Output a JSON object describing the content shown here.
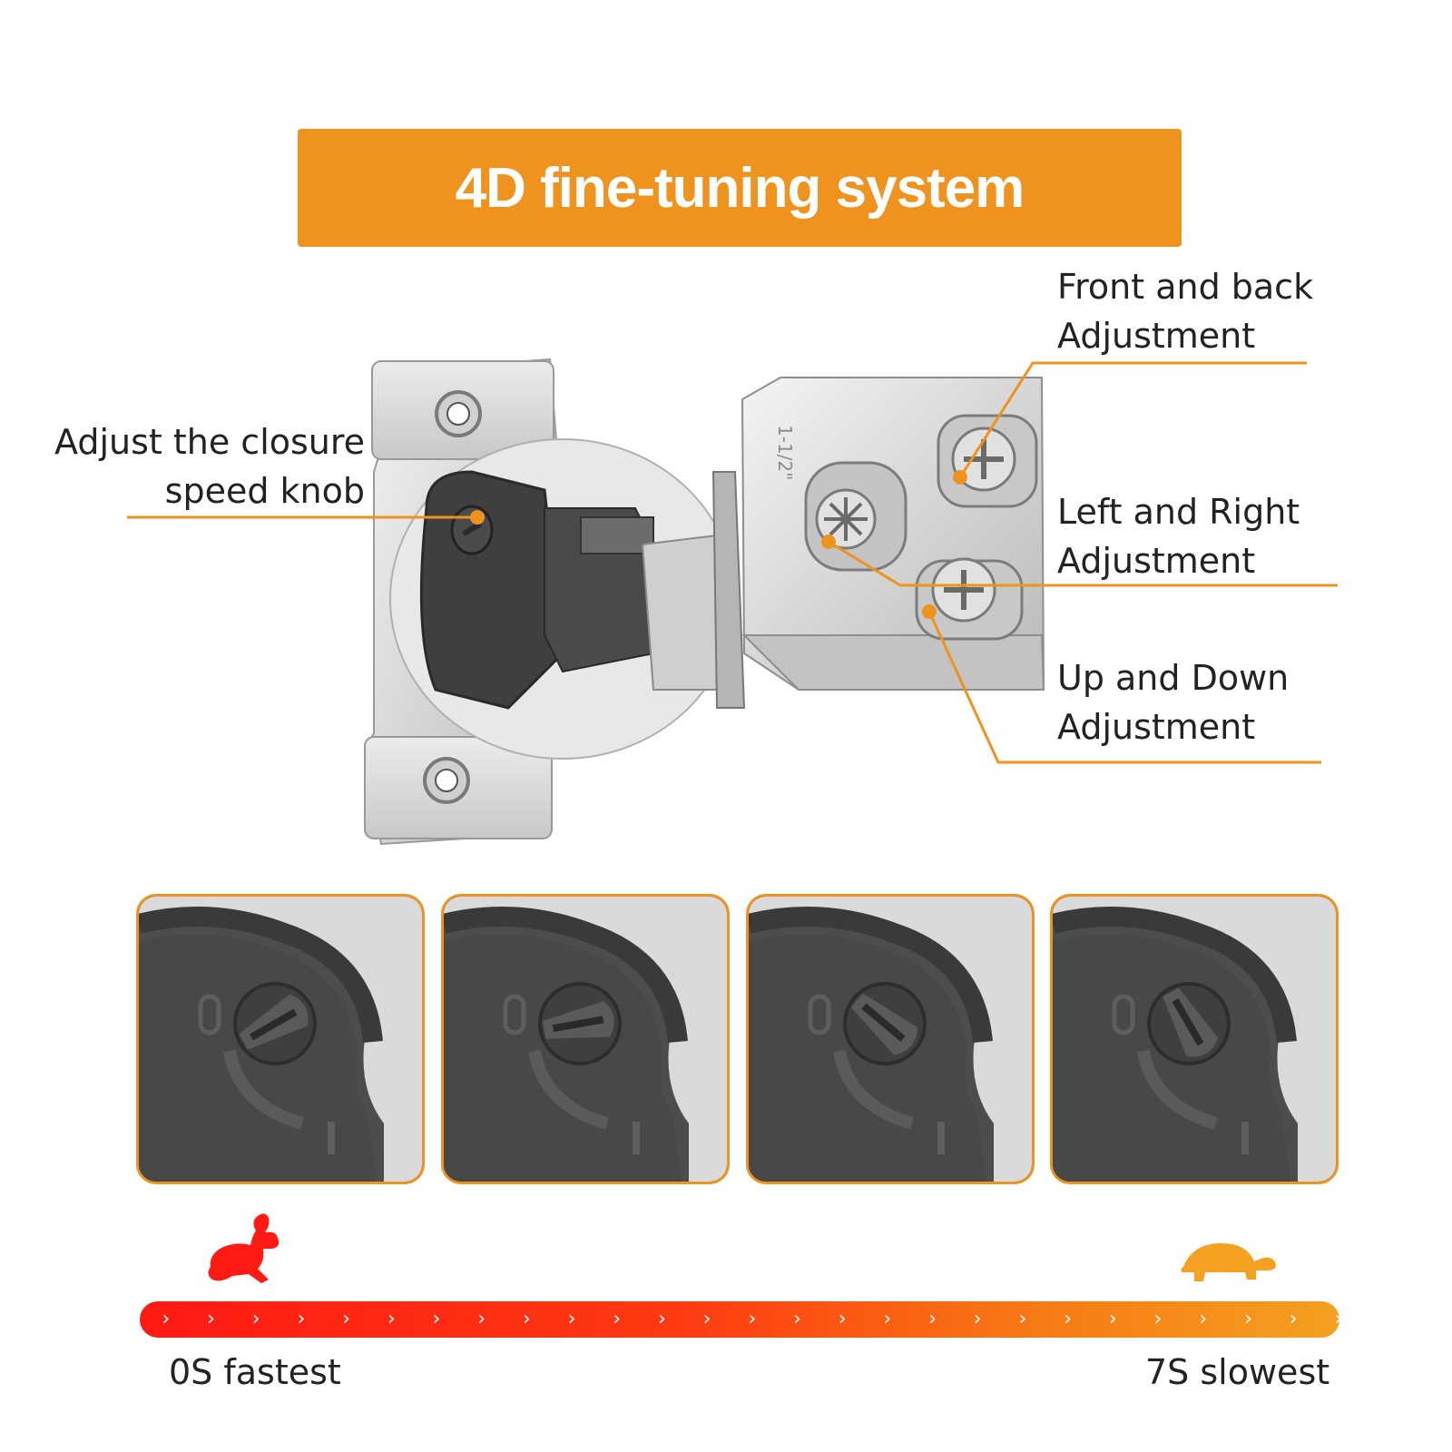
{
  "banner": {
    "title": "4D fine-tuning system"
  },
  "callouts": {
    "front_back": {
      "line1": "Front and back",
      "line2": "Adjustment"
    },
    "left_right": {
      "line1": "Left and Right",
      "line2": "Adjustment"
    },
    "up_down": {
      "line1": "Up and Down",
      "line2": "Adjustment"
    },
    "closure_knob": {
      "line1": "Adjust the closure",
      "line2": "speed knob"
    }
  },
  "knob_panels": {
    "count": 4,
    "angles_deg": [
      -30,
      -10,
      40,
      60
    ]
  },
  "speed_scale": {
    "fast_label": "0S fastest",
    "slow_label": "7S slowest",
    "chevrons": "› › › › › › › › › › › › › › › › › › › › › › › › › › › › › › › › › › › › › › › › › › › › › › › › ›"
  },
  "colors": {
    "accent": "#ef931e",
    "fast": "#ff1a14",
    "slow": "#f4a020"
  },
  "icons": {
    "fast": "rabbit-icon",
    "slow": "turtle-icon"
  }
}
